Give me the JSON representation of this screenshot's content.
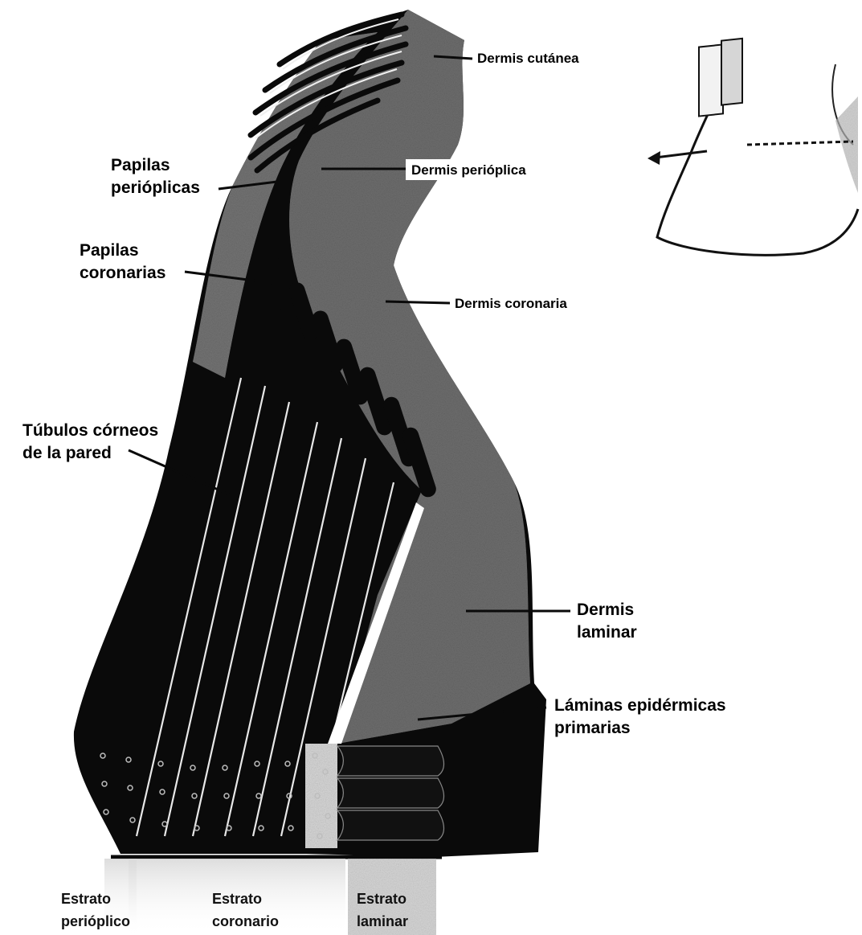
{
  "labels": {
    "dermis_cutanea": "Dermis cutánea",
    "dermis_perioplica": "Dermis perióplica",
    "papilas_perioplicas": [
      "Papilas",
      "perióplicas"
    ],
    "papilas_coronarias": [
      "Papilas",
      "coronarias"
    ],
    "dermis_coronaria": "Dermis coronaria",
    "tubulos_corneos": [
      "Túbulos córneos",
      "de la pared"
    ],
    "dermis_laminar": [
      "Dermis",
      "laminar"
    ],
    "laminas_epidermicas": [
      "Láminas epidérmicas",
      "primarias"
    ]
  },
  "strata": [
    {
      "line1": "Estrato",
      "line2": "perióplico"
    },
    {
      "line1": "Estrato",
      "line2": "coronario"
    },
    {
      "line1": "Estrato",
      "line2": "laminar"
    }
  ],
  "colors": {
    "background": "#ffffff",
    "black_tissue": "#0a0a0a",
    "dermis_gray": "#6e6e6e",
    "strata_gray": "#cfcfcf"
  }
}
